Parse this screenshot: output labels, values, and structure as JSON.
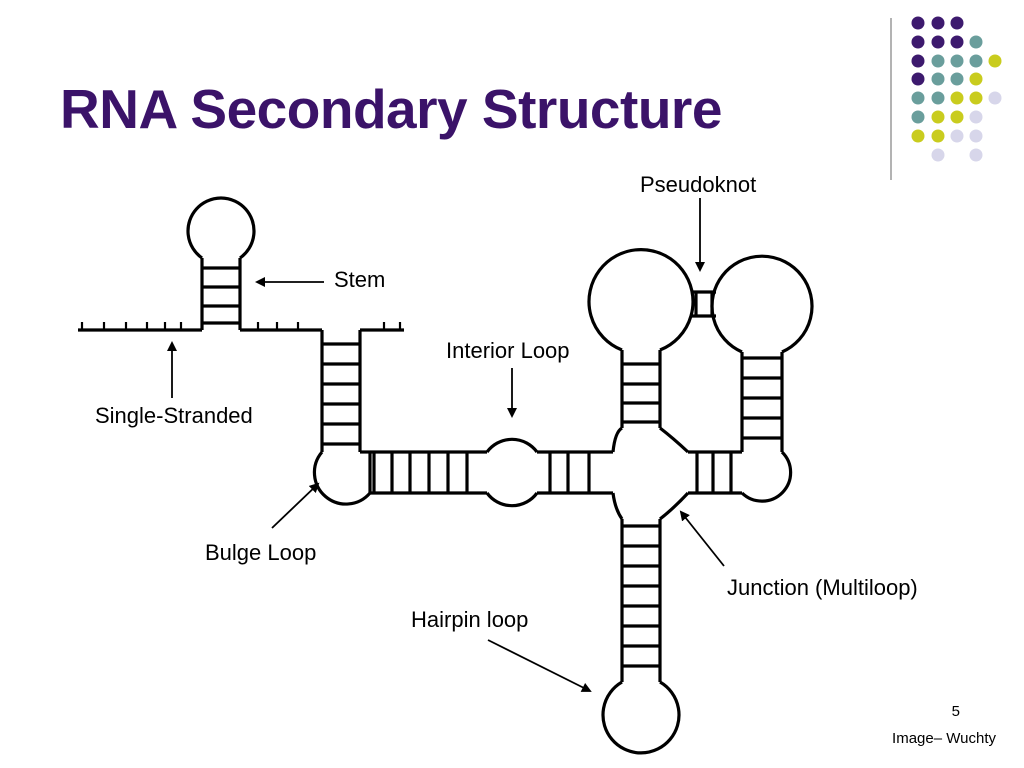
{
  "slide": {
    "title": "RNA Secondary Structure",
    "page_number": "5",
    "credit": "Image– Wuchty"
  },
  "diagram": {
    "labels": {
      "pseudoknot": "Pseudoknot",
      "stem": "Stem",
      "interior_loop": "Interior Loop",
      "single_stranded": "Single-Stranded",
      "bulge_loop": "Bulge Loop",
      "junction": "Junction (Multiloop)",
      "hairpin_loop": "Hairpin loop"
    }
  },
  "theme": {
    "title_color": "#3b1369",
    "dot_colors": {
      "purple": "#3d1a6e",
      "teal": "#6a9e9c",
      "yellow_green": "#c9cc1e",
      "lavender": "#d7d6ea"
    }
  }
}
